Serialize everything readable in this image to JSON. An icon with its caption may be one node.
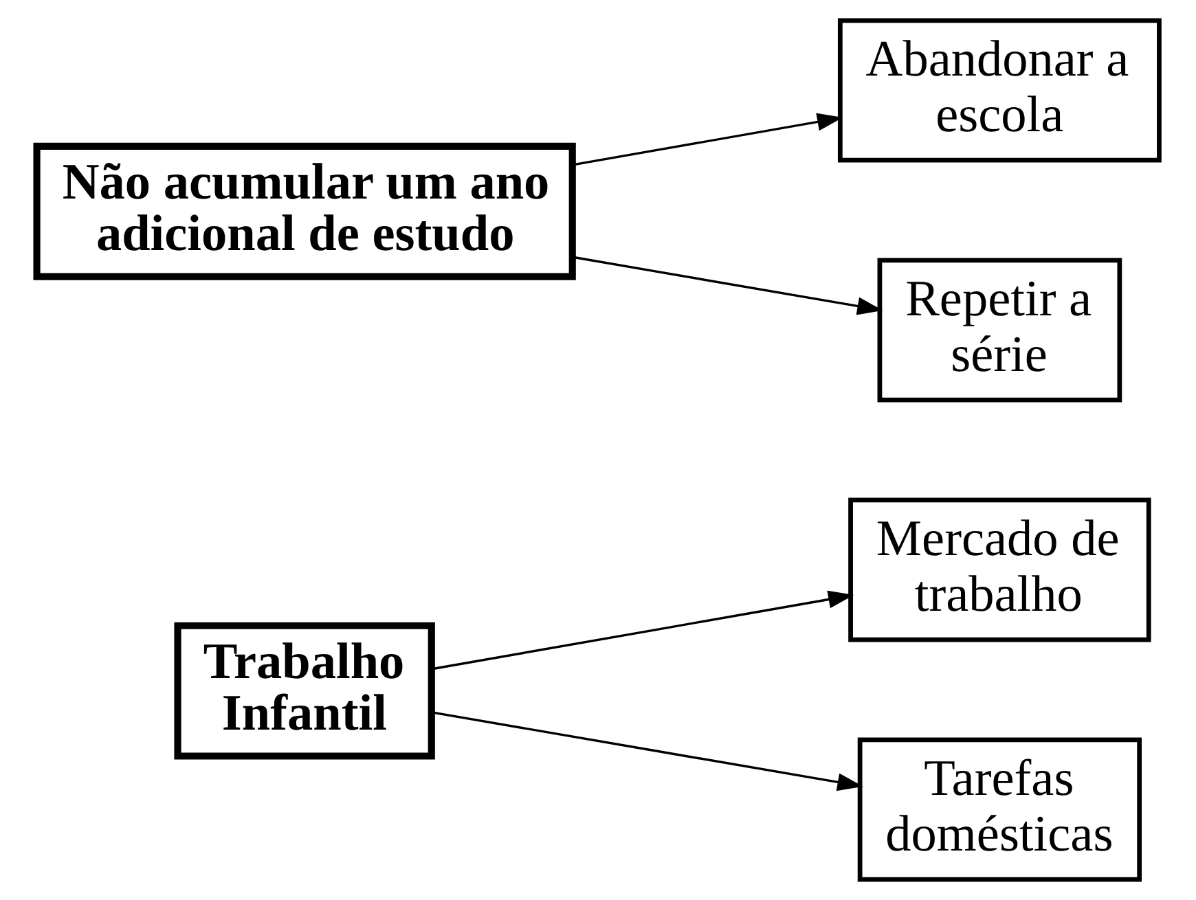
{
  "diagram": {
    "nodes": [
      {
        "text": [
          "Trabalho Infantil"
        ]
      },
      {
        "text": [
          "Mercado de trabalho"
        ]
      },
      {
        "text": [
          "Tarefas domésticas"
        ]
      },
      {
        "text": [
          "Não acumular um ano adicional de estudo"
        ]
      },
      {
        "text": [
          "Abandonar a escola"
        ]
      },
      {
        "text": [
          "Repetir a série"
        ]
      }
    ],
    "edges": [
      {
        "from": 0,
        "to": 1,
        "arrow": "to"
      },
      {
        "from": 0,
        "to": 2,
        "arrow": "to"
      },
      {
        "from": 3,
        "to": 4,
        "arrow": "to"
      },
      {
        "from": 3,
        "to": 5,
        "arrow": "to"
      }
    ]
  }
}
